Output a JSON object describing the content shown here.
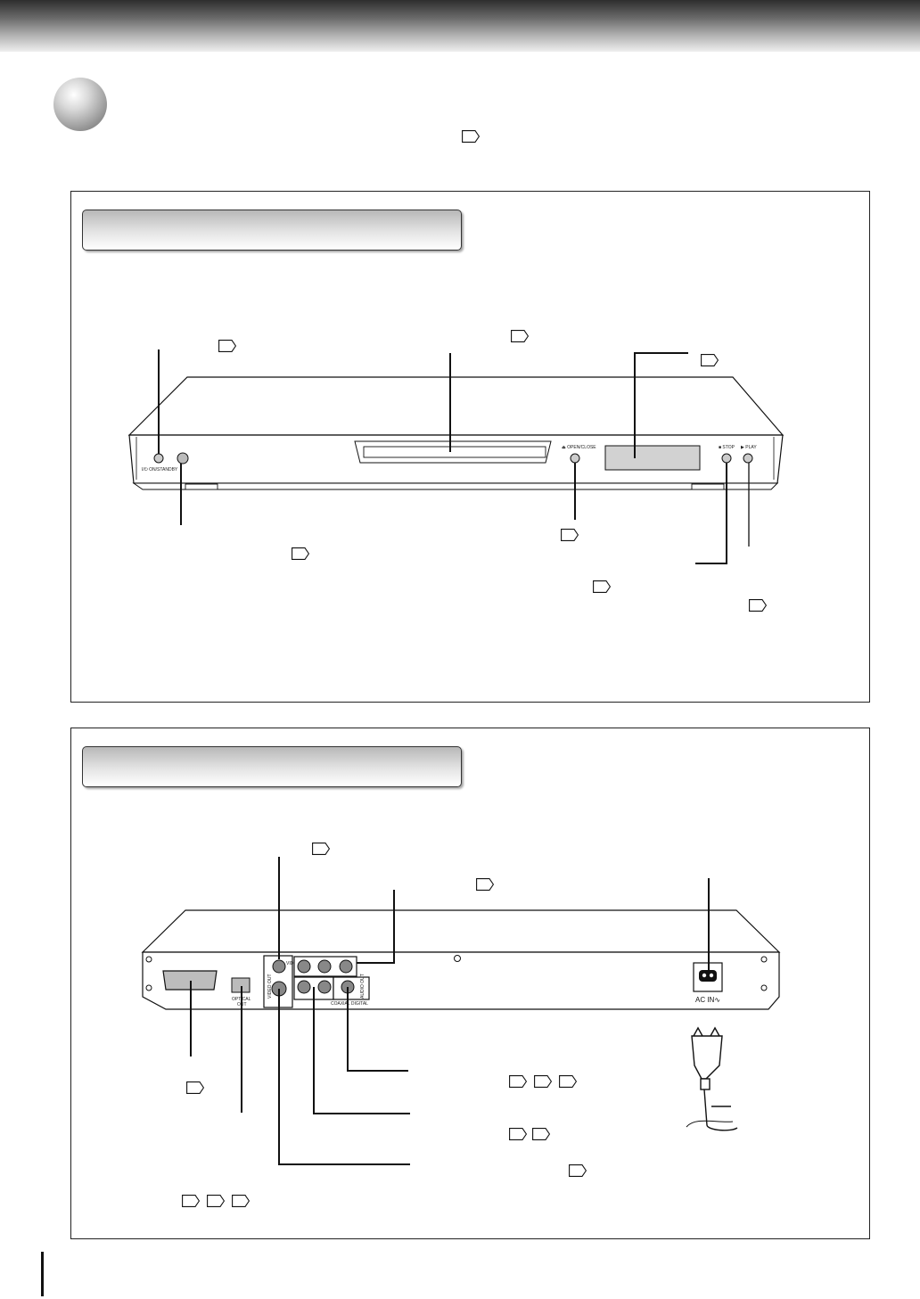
{
  "front_panel": {
    "labels": {
      "standby": "I/⏻ ON/STANDBY",
      "open_close": "⏏ OPEN/CLOSE",
      "stop": "■ STOP",
      "play": "▶ PLAY"
    }
  },
  "rear_panel": {
    "labels": {
      "video_out": "VIDEO OUT",
      "video": "VIDEO",
      "optical": "OPTICAL",
      "out": "OUT",
      "audio_out": "AUDIO OUT",
      "coaxial_digital": "COAXIAL DIGITAL",
      "ac_in": "AC IN∿"
    }
  }
}
